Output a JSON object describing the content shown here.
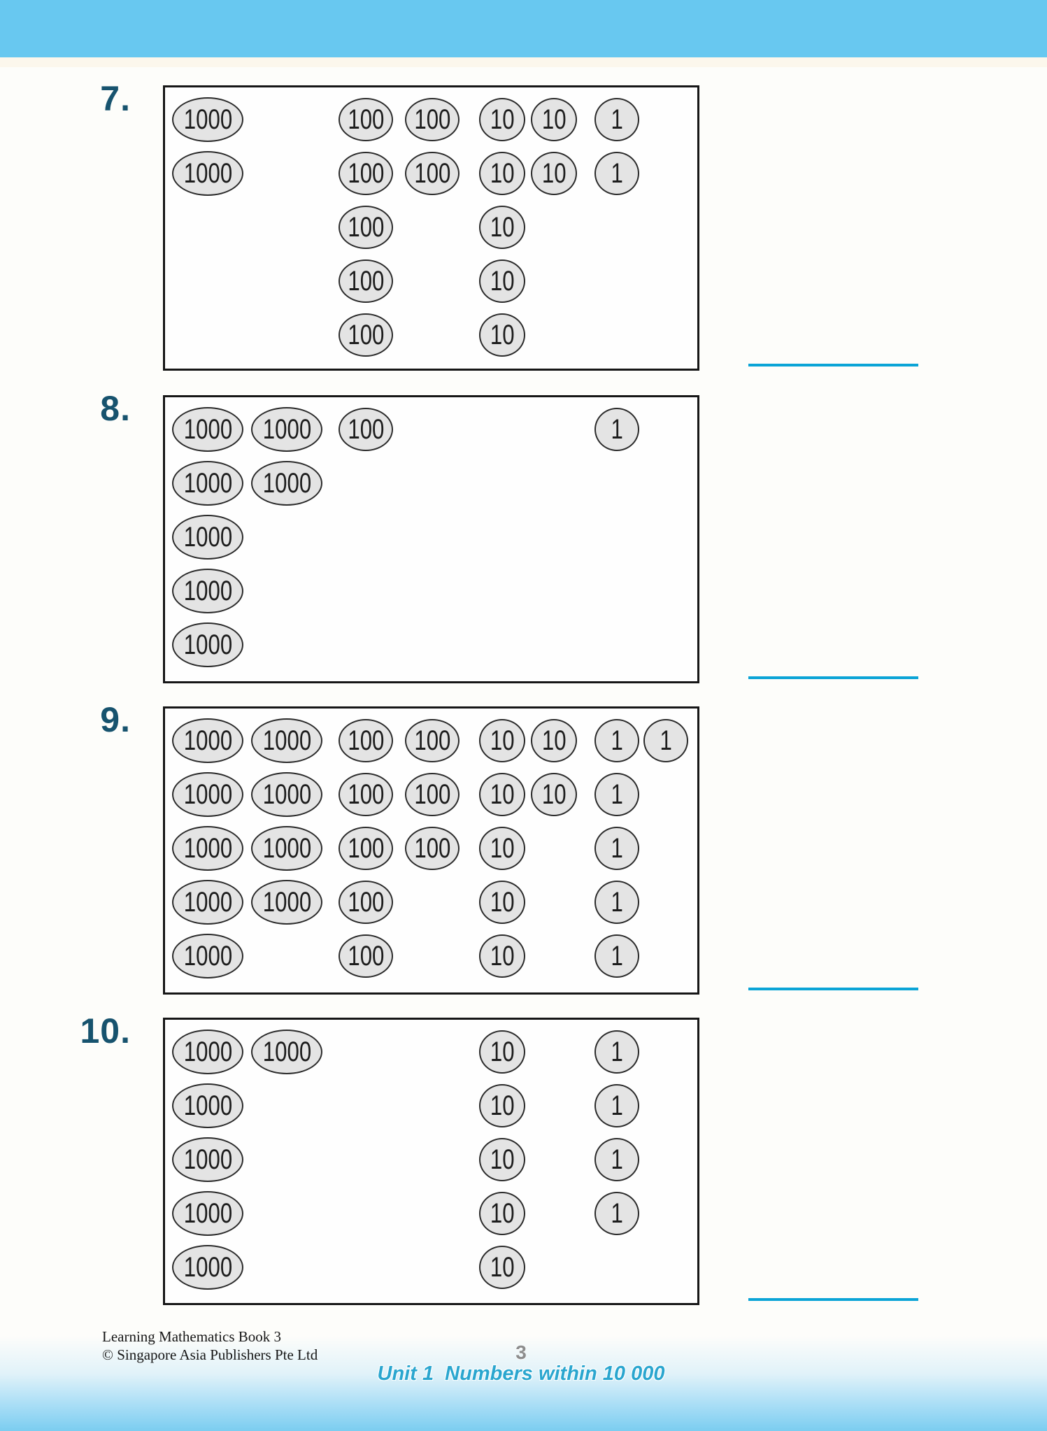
{
  "page": {
    "colors": {
      "band": "#68c8f0",
      "page_background": "#fdfdfa",
      "box_border": "#161616",
      "disc_fill": "#e4e4e4",
      "disc_border": "#2b2b2b",
      "disc_text": "#1d1d1d",
      "question_label": "#17536e",
      "answer_line": "#0ba4d6",
      "page_number": "#8d8d8d",
      "unit_title": "#2aa6cf"
    }
  },
  "questions": [
    {
      "number": "7.",
      "rows": [
        [
          {
            "v": "1000",
            "c": "k1"
          },
          {
            "v": "100",
            "c": "h1"
          },
          {
            "v": "100",
            "c": "h2"
          },
          {
            "v": "10",
            "c": "t1"
          },
          {
            "v": "10",
            "c": "t2"
          },
          {
            "v": "1",
            "c": "o1"
          }
        ],
        [
          {
            "v": "1000",
            "c": "k1"
          },
          {
            "v": "100",
            "c": "h1"
          },
          {
            "v": "100",
            "c": "h2"
          },
          {
            "v": "10",
            "c": "t1"
          },
          {
            "v": "10",
            "c": "t2"
          },
          {
            "v": "1",
            "c": "o1"
          }
        ],
        [
          {
            "v": "100",
            "c": "h1"
          },
          {
            "v": "10",
            "c": "t1"
          }
        ],
        [
          {
            "v": "100",
            "c": "h1"
          },
          {
            "v": "10",
            "c": "t1"
          }
        ],
        [
          {
            "v": "100",
            "c": "h1"
          },
          {
            "v": "10",
            "c": "t1"
          }
        ]
      ]
    },
    {
      "number": "8.",
      "rows": [
        [
          {
            "v": "1000",
            "c": "k1"
          },
          {
            "v": "1000",
            "c": "k2"
          },
          {
            "v": "100",
            "c": "h1"
          },
          {
            "v": "1",
            "c": "o1"
          }
        ],
        [
          {
            "v": "1000",
            "c": "k1"
          },
          {
            "v": "1000",
            "c": "k2"
          }
        ],
        [
          {
            "v": "1000",
            "c": "k1"
          }
        ],
        [
          {
            "v": "1000",
            "c": "k1"
          }
        ],
        [
          {
            "v": "1000",
            "c": "k1"
          }
        ]
      ]
    },
    {
      "number": "9.",
      "rows": [
        [
          {
            "v": "1000",
            "c": "k1"
          },
          {
            "v": "1000",
            "c": "k2"
          },
          {
            "v": "100",
            "c": "h1"
          },
          {
            "v": "100",
            "c": "h2"
          },
          {
            "v": "10",
            "c": "t1"
          },
          {
            "v": "10",
            "c": "t2"
          },
          {
            "v": "1",
            "c": "o1"
          },
          {
            "v": "1",
            "c": "o2"
          }
        ],
        [
          {
            "v": "1000",
            "c": "k1"
          },
          {
            "v": "1000",
            "c": "k2"
          },
          {
            "v": "100",
            "c": "h1"
          },
          {
            "v": "100",
            "c": "h2"
          },
          {
            "v": "10",
            "c": "t1"
          },
          {
            "v": "10",
            "c": "t2"
          },
          {
            "v": "1",
            "c": "o1"
          }
        ],
        [
          {
            "v": "1000",
            "c": "k1"
          },
          {
            "v": "1000",
            "c": "k2"
          },
          {
            "v": "100",
            "c": "h1"
          },
          {
            "v": "100",
            "c": "h2"
          },
          {
            "v": "10",
            "c": "t1"
          },
          {
            "v": "1",
            "c": "o1"
          }
        ],
        [
          {
            "v": "1000",
            "c": "k1"
          },
          {
            "v": "1000",
            "c": "k2"
          },
          {
            "v": "100",
            "c": "h1"
          },
          {
            "v": "10",
            "c": "t1"
          },
          {
            "v": "1",
            "c": "o1"
          }
        ],
        [
          {
            "v": "1000",
            "c": "k1"
          },
          {
            "v": "100",
            "c": "h1"
          },
          {
            "v": "10",
            "c": "t1"
          },
          {
            "v": "1",
            "c": "o1"
          }
        ]
      ]
    },
    {
      "number": "10.",
      "rows": [
        [
          {
            "v": "1000",
            "c": "k1"
          },
          {
            "v": "1000",
            "c": "k2"
          },
          {
            "v": "10",
            "c": "t1"
          },
          {
            "v": "1",
            "c": "o1"
          }
        ],
        [
          {
            "v": "1000",
            "c": "k1"
          },
          {
            "v": "10",
            "c": "t1"
          },
          {
            "v": "1",
            "c": "o1"
          }
        ],
        [
          {
            "v": "1000",
            "c": "k1"
          },
          {
            "v": "10",
            "c": "t1"
          },
          {
            "v": "1",
            "c": "o1"
          }
        ],
        [
          {
            "v": "1000",
            "c": "k1"
          },
          {
            "v": "10",
            "c": "t1"
          },
          {
            "v": "1",
            "c": "o1"
          }
        ],
        [
          {
            "v": "1000",
            "c": "k1"
          },
          {
            "v": "10",
            "c": "t1"
          }
        ]
      ]
    }
  ],
  "footer": {
    "book_title": "Learning Mathematics Book 3",
    "copyright": "© Singapore Asia Publishers Pte Ltd",
    "page_number": "3",
    "unit_title": "Unit 1  Numbers within 10 000"
  }
}
